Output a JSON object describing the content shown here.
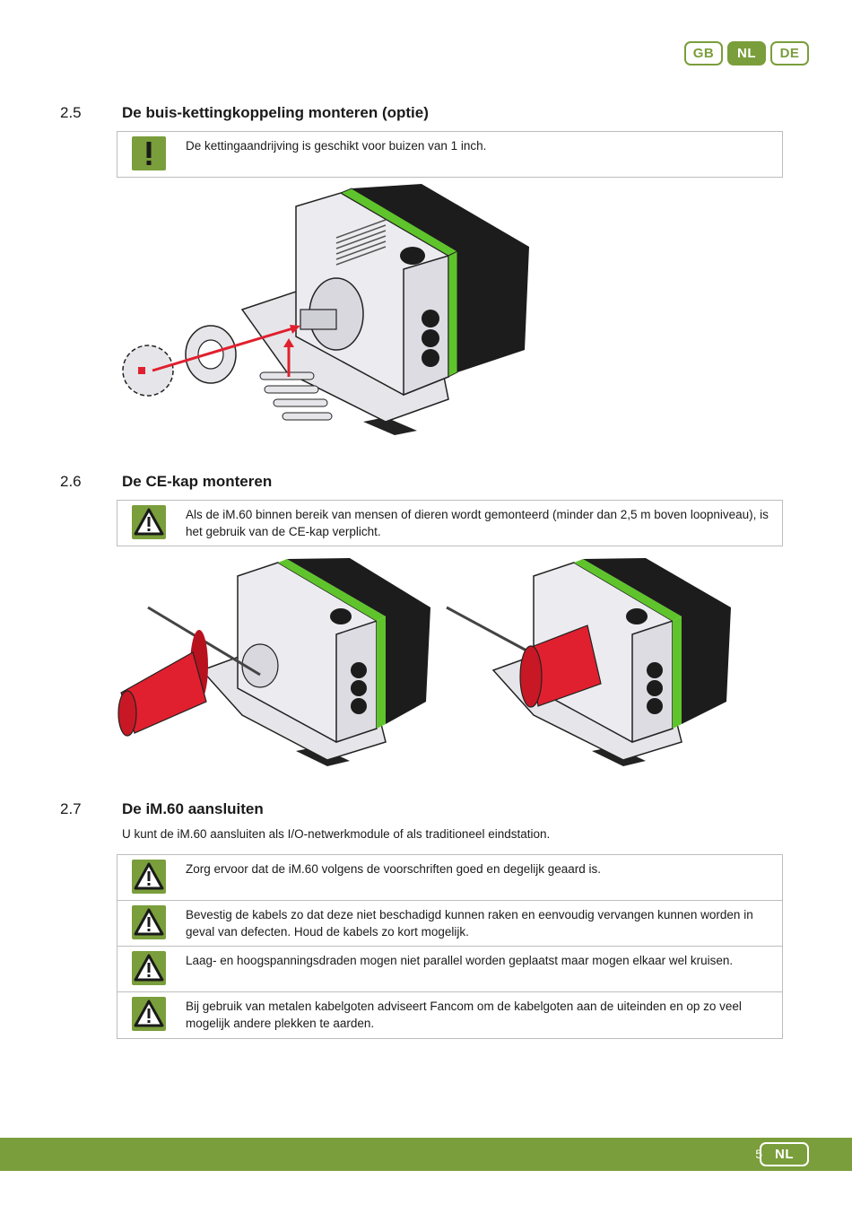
{
  "languages": [
    {
      "code": "GB",
      "active": false
    },
    {
      "code": "NL",
      "active": true
    },
    {
      "code": "DE",
      "active": false
    }
  ],
  "sections": [
    {
      "number": "2.5",
      "title": "De buis-kettingkoppeling monteren (optie)",
      "notes": [
        {
          "icon": "exclamation-icon",
          "text": "De kettingaandrijving is geschikt voor buizen van 1 inch."
        }
      ]
    },
    {
      "number": "2.6",
      "title": "De CE-kap monteren",
      "notes": [
        {
          "icon": "warning-triangle-icon",
          "text": "Als de iM.60 binnen bereik van mensen of dieren wordt gemonteerd (minder dan 2,5 m boven loopniveau), is het gebruik van de CE-kap verplicht."
        }
      ]
    },
    {
      "number": "2.7",
      "title": "De iM.60 aansluiten",
      "intro": "U kunt de iM.60 aansluiten als I/O-netwerkmodule of als traditioneel eindstation.",
      "notes": [
        {
          "icon": "warning-triangle-icon",
          "text": "Zorg ervoor dat de iM.60 volgens de voorschriften goed en degelijk geaard is."
        },
        {
          "icon": "warning-triangle-icon",
          "text": "Bevestig de kabels zo dat deze niet beschadigd kunnen raken en eenvoudig vervangen kunnen worden in geval van defecten. Houd de kabels zo kort mogelijk."
        },
        {
          "icon": "warning-triangle-icon",
          "text": "Laag- en hoogspanningsdraden mogen niet parallel worden geplaatst maar mogen elkaar wel kruisen."
        },
        {
          "icon": "warning-triangle-icon",
          "text": "Bij gebruik van metalen kabelgoten adviseert Fancom om de kabelgoten aan de uiteinden en op zo veel mogelijk andere plekken te aarden."
        }
      ]
    }
  ],
  "footer": {
    "page_number": "5",
    "language": "NL"
  },
  "colors": {
    "accent": "#7a9e3b",
    "device_green": "#5fc42c",
    "cap_red": "#e0202e"
  }
}
